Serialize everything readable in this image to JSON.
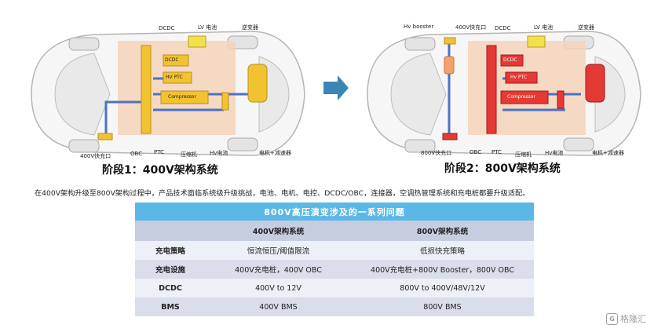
{
  "left_diagram": {
    "labels": {
      "dcdc": "DCDC",
      "lv_battery": "LV 电池",
      "inverter": "逆变器",
      "fast_charge": "400V快充口",
      "obc": "OBC",
      "ptc": "PTC",
      "compressor": "压缩机",
      "hv_battery": "Hv电池",
      "motor": "电机+减速器",
      "box_dcdc": "DCDC",
      "box_ptc": "HV PTC",
      "box_comp": "Compressor"
    },
    "title": "阶段1：400V架构系统"
  },
  "right_diagram": {
    "labels": {
      "hv_booster": "Hv booster",
      "fast_charge_top": "400V快充口",
      "dcdc": "DCDC",
      "lv_battery": "LV 电池",
      "inverter": "逆变器",
      "fast_charge": "800V快充口",
      "obc": "OBC",
      "ptc": "PTC",
      "compressor": "压缩机",
      "hv_battery": "Hv电池",
      "motor": "电机+减速器",
      "box_dcdc": "DCDC",
      "box_ptc": "Hv PTC",
      "box_comp": "Compressor"
    },
    "title": "阶段2：800V架构系统"
  },
  "caption": "在400V架构升级至800V架构过程中，产品技术面临系统级升级挑战，电池、电机、电控、DCDC/OBC，连接器，空调热管理系统和充电桩都要升级适配。",
  "table": {
    "title": "800V高压演变涉及的一系列问题",
    "headers": [
      "",
      "400V架构系统",
      "800V架构系统"
    ],
    "rows": [
      {
        "label": "充电策略",
        "v400": "恒流恒压/阈值限流",
        "v800": "低损快充策略"
      },
      {
        "label": "充电设施",
        "v400": "400V充电桩，400V OBC",
        "v800": "400V充电桩+800V Booster，800V OBC"
      },
      {
        "label": "DCDC",
        "v400": "400V to 12V",
        "v800": "800V to 400V/48V/12V"
      },
      {
        "label": "BMS",
        "v400": "400V BMS",
        "v800": "800V BMS"
      }
    ]
  },
  "watermark": {
    "icon_text": "G",
    "text": "格隆汇"
  },
  "colors": {
    "banner": "#5bb8e6",
    "stage1_core": "#f2c230",
    "stage2_core": "#e53935",
    "arrow": "#3a87b5"
  }
}
